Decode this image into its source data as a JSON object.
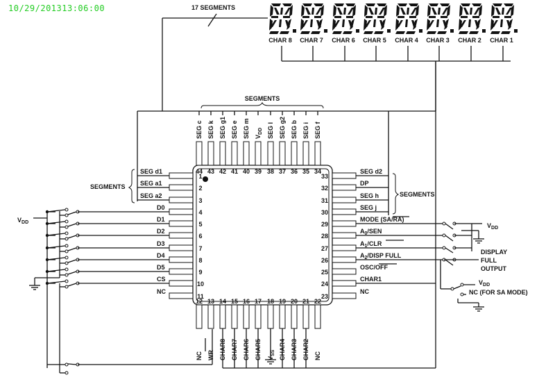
{
  "timestamp": "10/29/201313:06:00",
  "top_bus_label": "17 SEGMENTS",
  "char_labels": [
    "CHAR 8",
    "CHAR 7",
    "CHAR 6",
    "CHAR 5",
    "CHAR 4",
    "CHAR 3",
    "CHAR 2",
    "CHAR 1"
  ],
  "segments_top_label": "SEGMENTS",
  "segments_left_label": "SEGMENTS",
  "segments_right_label": "SEGMENTS",
  "top_pins": [
    {
      "num": "44",
      "name": "SEG c"
    },
    {
      "num": "43",
      "name": "SEG k"
    },
    {
      "num": "42",
      "name": "SEG g1"
    },
    {
      "num": "41",
      "name": "SEG e"
    },
    {
      "num": "40",
      "name": "SEG m"
    },
    {
      "num": "39",
      "name": "VDD"
    },
    {
      "num": "38",
      "name": "SEG l"
    },
    {
      "num": "37",
      "name": "SEG g2"
    },
    {
      "num": "36",
      "name": "SEG b"
    },
    {
      "num": "35",
      "name": "SEG i"
    },
    {
      "num": "34",
      "name": "SEG f"
    }
  ],
  "left_pins": [
    {
      "num": "1",
      "name": "SEG d1"
    },
    {
      "num": "2",
      "name": "SEG a1"
    },
    {
      "num": "3",
      "name": "SEG a2"
    },
    {
      "num": "4",
      "name": "D0"
    },
    {
      "num": "5",
      "name": "D1"
    },
    {
      "num": "6",
      "name": "D2"
    },
    {
      "num": "7",
      "name": "D3"
    },
    {
      "num": "8",
      "name": "D4"
    },
    {
      "num": "9",
      "name": "D5"
    },
    {
      "num": "10",
      "name": "CS"
    },
    {
      "num": "11",
      "name": "NC"
    }
  ],
  "right_pins": [
    {
      "num": "33",
      "name": "SEG d2"
    },
    {
      "num": "32",
      "name": "DP"
    },
    {
      "num": "31",
      "name": "SEG h"
    },
    {
      "num": "30",
      "name": "SEG j"
    },
    {
      "num": "29",
      "name": "MODE (SA/RA)"
    },
    {
      "num": "28",
      "name": "A0/SEN"
    },
    {
      "num": "27",
      "name": "A1/CLR"
    },
    {
      "num": "26",
      "name": "A2/DISP FULL"
    },
    {
      "num": "25",
      "name": "OSC/OFF"
    },
    {
      "num": "24",
      "name": "CHAR1"
    },
    {
      "num": "23",
      "name": "NC"
    }
  ],
  "bottom_pins": [
    {
      "num": "12",
      "name": "NC"
    },
    {
      "num": "13",
      "name": "WR"
    },
    {
      "num": "14",
      "name": "CHAR8"
    },
    {
      "num": "15",
      "name": "CHAR7"
    },
    {
      "num": "16",
      "name": "CHAR6"
    },
    {
      "num": "17",
      "name": "CHAR5"
    },
    {
      "num": "18",
      "name": "VSS"
    },
    {
      "num": "19",
      "name": "CHAR4"
    },
    {
      "num": "20",
      "name": "CHAR3"
    },
    {
      "num": "21",
      "name": "CHAR2"
    },
    {
      "num": "22",
      "name": "NC"
    }
  ],
  "vdd_label": "VDD",
  "display_full_label": [
    "DISPLAY",
    "FULL",
    "OUTPUT"
  ],
  "nc_sa_label": "NC (FOR SA MODE)"
}
